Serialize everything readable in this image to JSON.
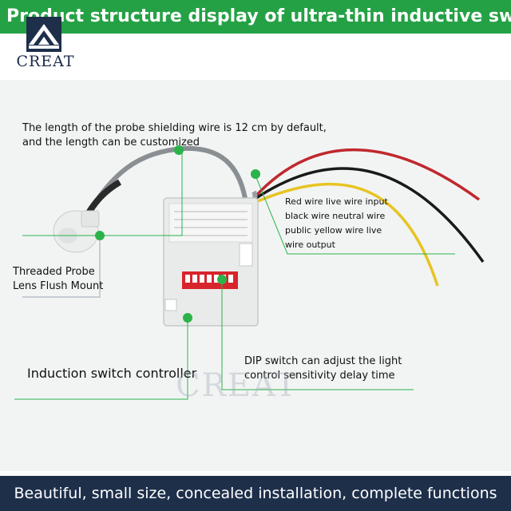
{
  "banner": {
    "title": "Product structure display of ultra-thin inductive switch"
  },
  "brand": {
    "name": "CREAT",
    "watermark": "CREAT"
  },
  "callouts": {
    "shield_wire_line1": "The length of the probe shielding wire is 12 cm by default,",
    "shield_wire_line2": "and the length can be customized",
    "probe_line1": "Threaded Probe",
    "probe_line2": "Lens Flush Mount",
    "controller": "Induction switch controller",
    "dip_line1": "DIP switch can adjust the light",
    "dip_line2": "control sensitivity delay time",
    "wires_line1": "Red wire live wire input",
    "wires_line2": "black wire neutral wire",
    "wires_line3": "public yellow wire live",
    "wires_line4": "wire output"
  },
  "footer": {
    "tagline": "Beautiful, small size, concealed installation, complete functions"
  },
  "colors": {
    "banner_green": "#25a145",
    "footer_navy": "#1e2f4a",
    "marker_green": "#2bb34a",
    "wire_red": "#c0282d",
    "wire_black": "#1a1a1a",
    "wire_yellow": "#e7c421"
  }
}
